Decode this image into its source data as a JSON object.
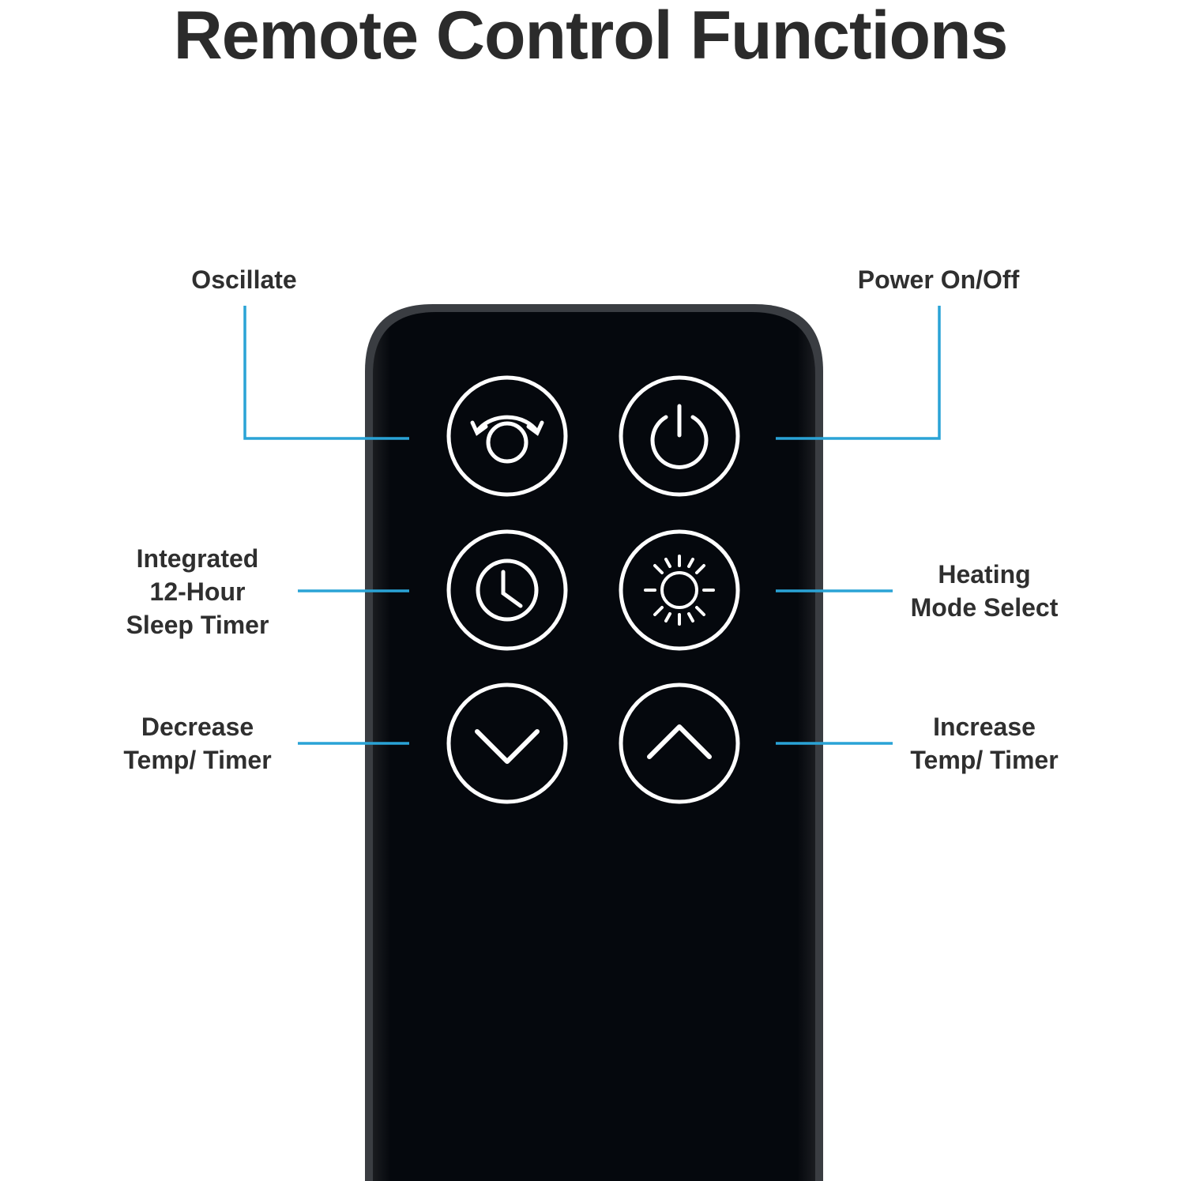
{
  "title": "Remote Control Functions",
  "colors": {
    "leader_line": "#2aa3d6",
    "remote_body": "#05080d",
    "remote_edge": "#3a3d42",
    "button_ring": "#ffffff"
  },
  "buttons": [
    {
      "id": "oscillate",
      "label": "Oscillate",
      "icon": "oscillate-icon"
    },
    {
      "id": "power",
      "label": "Power On/Off",
      "icon": "power-icon"
    },
    {
      "id": "timer",
      "label": "Integrated\n12-Hour\nSleep Timer",
      "icon": "clock-icon"
    },
    {
      "id": "heat-mode",
      "label": "Heating\nMode Select",
      "icon": "sun-icon"
    },
    {
      "id": "decrease",
      "label": "Decrease\nTemp/ Timer",
      "icon": "chevron-down-icon"
    },
    {
      "id": "increase",
      "label": "Increase\nTemp/ Timer",
      "icon": "chevron-up-icon"
    }
  ]
}
